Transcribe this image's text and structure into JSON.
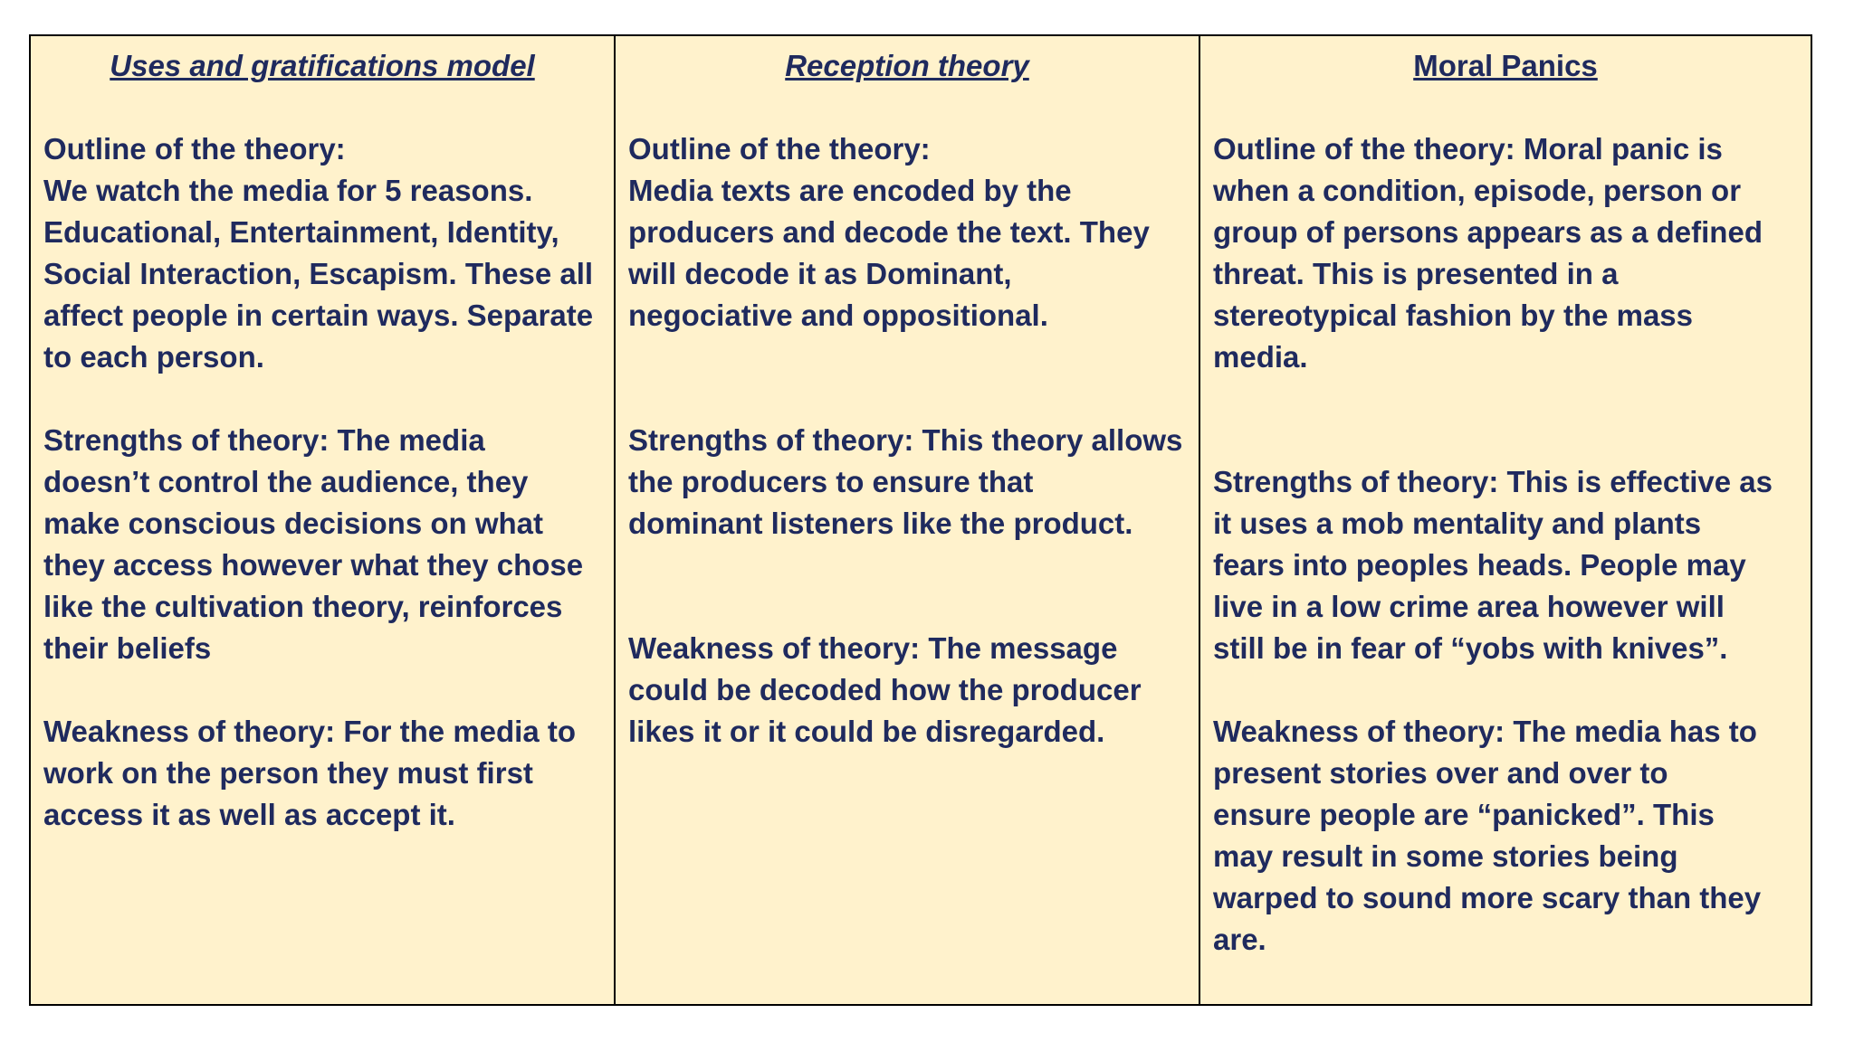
{
  "columns": [
    {
      "title": "Uses and gratifications model",
      "outline_label": "Outline of the theory:",
      "outline": "We watch the media for 5 reasons.\nEducational, Entertainment, Identity,\nSocial Interaction, Escapism. These all\naffect people in certain ways. Separate\nto each person.",
      "strengths": "Strengths of theory: The media\ndoesn’t control the audience, they\nmake conscious decisions on what\nthey access however what they chose\nlike the cultivation theory, reinforces\ntheir beliefs",
      "weakness": "Weakness of theory: For the media to\nwork on the person they must first\naccess it as well as accept it."
    },
    {
      "title": "Reception theory",
      "outline_label": "Outline of the theory:",
      "outline": "Media texts are encoded by the\nproducers and decode the text. They\nwill decode it as Dominant,\nnegociative and oppositional.",
      "strengths": "Strengths of theory: This theory allows\nthe producers to ensure that\ndominant listeners like the product.",
      "weakness": "Weakness of theory: The message\ncould be decoded how the producer\nlikes it or it could be disregarded."
    },
    {
      "title": "Moral Panics",
      "outline": "Outline of the theory: Moral panic is\nwhen a condition, episode, person or\ngroup of persons appears as a defined\nthreat. This is presented in a\nstereotypical fashion by the mass\nmedia.",
      "strengths": "Strengths of theory: This is effective as\nit uses a mob mentality and plants\nfears into peoples heads. People may\nlive in a low crime area however will\nstill be in fear of “yobs with knives”.",
      "weakness": "Weakness of theory: The media has to\npresent stories over and over to\nensure people are “panicked”. This\nmay result in some stories being\nwarped to sound more scary than they\nare."
    }
  ]
}
